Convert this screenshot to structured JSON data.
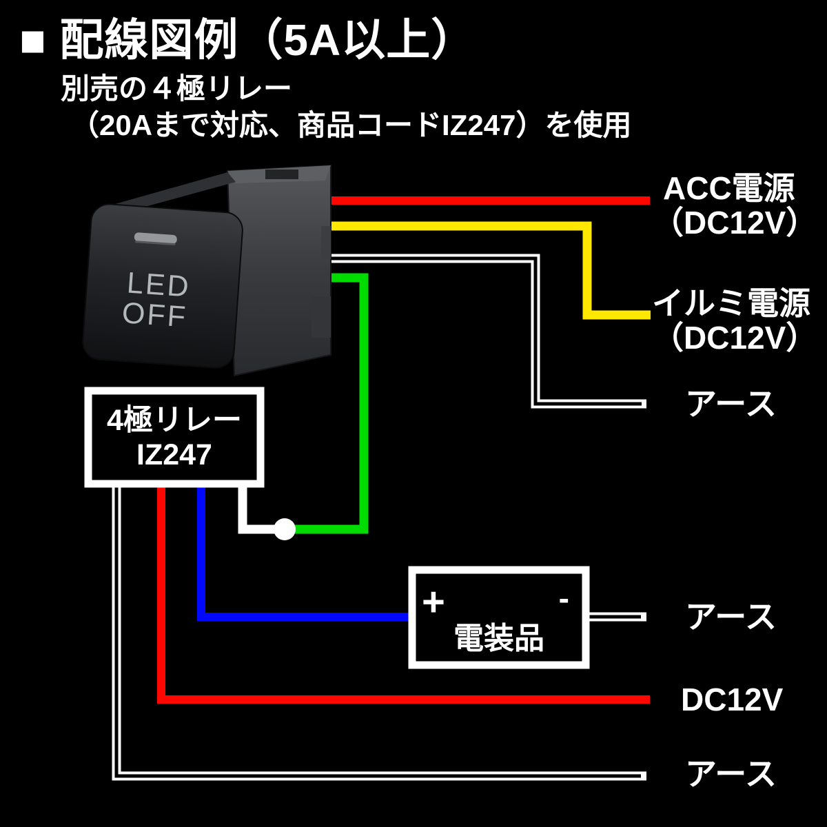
{
  "title": "■ 配線図例（5A以上）",
  "subtitle": {
    "line1": "別売の４極リレー",
    "line2": "（20Aまで対応、商品コードIZ247）を使用"
  },
  "switch": {
    "label_line1": "LED",
    "label_line2": "OFF"
  },
  "relay_box": {
    "line1": "4極リレー",
    "line2": "IZ247"
  },
  "device_box": {
    "plus": "+",
    "minus": "-",
    "label": "電装品"
  },
  "wire_labels": {
    "acc": {
      "line1": "ACC電源",
      "line2": "（DC12V）"
    },
    "illumination": {
      "line1": "イルミ電源",
      "line2": "（DC12V）"
    },
    "ground_switch": "アース",
    "ground_device": "アース",
    "dc12v": "DC12V",
    "ground_relay": "アース"
  },
  "colors": {
    "background": "#000000",
    "text": "#ffffff",
    "acc_wire": "#ff0600",
    "illumination_wire": "#ffe800",
    "switch_output_wire": "#00dc00",
    "device_negative_wire": "#0008ff",
    "dc12v_wire": "#ff0600",
    "ground_wire": "#ffffff"
  }
}
